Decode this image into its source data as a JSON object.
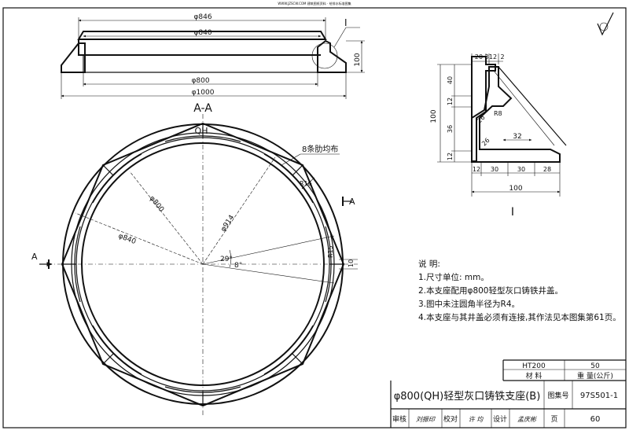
{
  "top_header": "WWW.JZSCW.COM  建筑图纸资料 · 给排水标准图集",
  "section_view": {
    "title": "A-A",
    "dims": {
      "d846": "φ846",
      "d840": "φ840",
      "d800": "φ800",
      "d1000": "φ1000",
      "h100": "100"
    },
    "detail_marker": "I"
  },
  "plan_view": {
    "logo_text": "QH",
    "rib_note": "8条肋均布",
    "dims": {
      "r16": "R16",
      "d914": "φ914",
      "d840": "φ840",
      "d800": "φ800",
      "ang29": "29°",
      "ang8": "8°",
      "r15": "R15",
      "d10": "10"
    },
    "cut_left": "A",
    "cut_right": "A"
  },
  "detail_view": {
    "label": "I",
    "top_dims": [
      "20",
      "3",
      "12",
      "2"
    ],
    "left_dims": [
      "40",
      "12",
      "36",
      "12"
    ],
    "left_total": "100",
    "bottom_dims": [
      "12",
      "30",
      "30",
      "28"
    ],
    "bottom_total": "100",
    "inner_dims": {
      "d32": "32",
      "r8": "R8",
      "r26a": "26",
      "r26b": "26"
    }
  },
  "notes": {
    "heading": "说 明:",
    "items": [
      "1.尺寸单位: mm。",
      "2.本支座配用φ800轻型灰口铸铁井盖。",
      "3.图中未注圆角半径为R4。",
      "4.本支座与其井盖必须有连接,其作法见本图集第61页。"
    ]
  },
  "title_block": {
    "material_value": "HT200",
    "weight_value": "50",
    "material_label": "材     料",
    "weight_label": "重  量(公斤)",
    "drawing_title": "φ800(QH)轻型灰口铸铁支座(B)",
    "atlas_label": "图集号",
    "atlas_no": "97S501-1",
    "review_label": "审核",
    "review_sig": "刘振印",
    "check_label": "校对",
    "check_sig": "许 均",
    "design_label": "设计",
    "design_sig": "孟庆彬",
    "page_label": "页",
    "page_no": "60"
  }
}
